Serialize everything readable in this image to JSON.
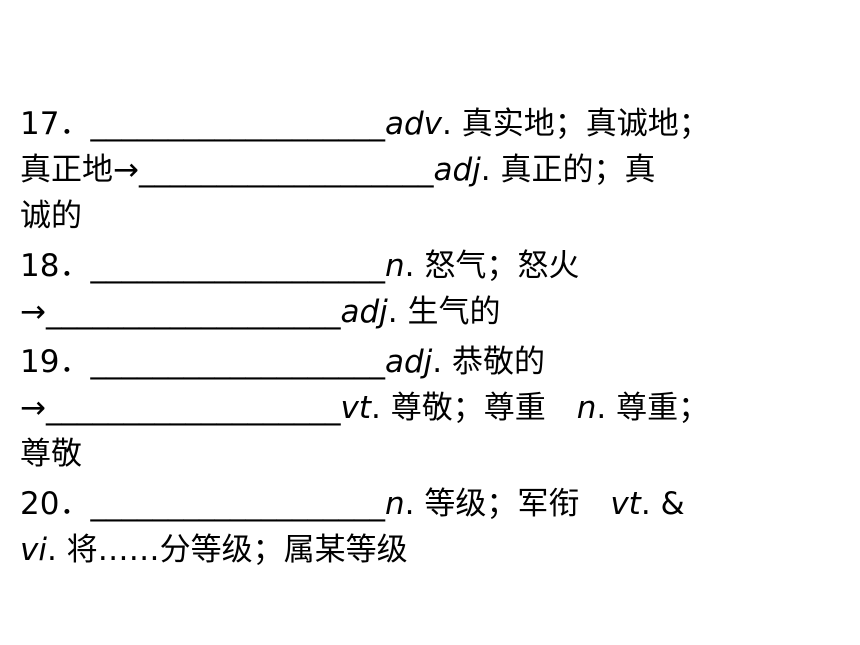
{
  "items": [
    {
      "lines": [
        {
          "num": "17．",
          "blank": "___________________",
          "pos": "adv",
          "def": ". 真实地；真诚地；"
        },
        {
          "lead": "真正地→",
          "blank": "___________________",
          "pos": "adj",
          "def": ". 真正的；真"
        },
        {
          "def": "诚的"
        }
      ]
    },
    {
      "lines": [
        {
          "num": "18．",
          "blank": "___________________",
          "pos": "n",
          "def": ". 怒气；怒火"
        },
        {
          "lead": "→",
          "blank": "___________________",
          "pos": "adj",
          "def": ". 生气的"
        }
      ]
    },
    {
      "lines": [
        {
          "num": "19．",
          "blank": "___________________",
          "pos": "adj",
          "def": ". 恭敬的"
        },
        {
          "lead": "→",
          "blank": "___________________",
          "pos": "vt",
          "def": ". 尊敬；尊重　",
          "pos2": "n",
          "def2": ". 尊重；"
        },
        {
          "def": "尊敬"
        }
      ]
    },
    {
      "lines": [
        {
          "num": "20．",
          "blank": "___________________",
          "pos": "n",
          "def": ". 等级；军衔　",
          "pos2": "vt",
          "def2": ". &"
        },
        {
          "pos": "vi",
          "def": ". 将……分等级；属某等级"
        }
      ]
    }
  ]
}
